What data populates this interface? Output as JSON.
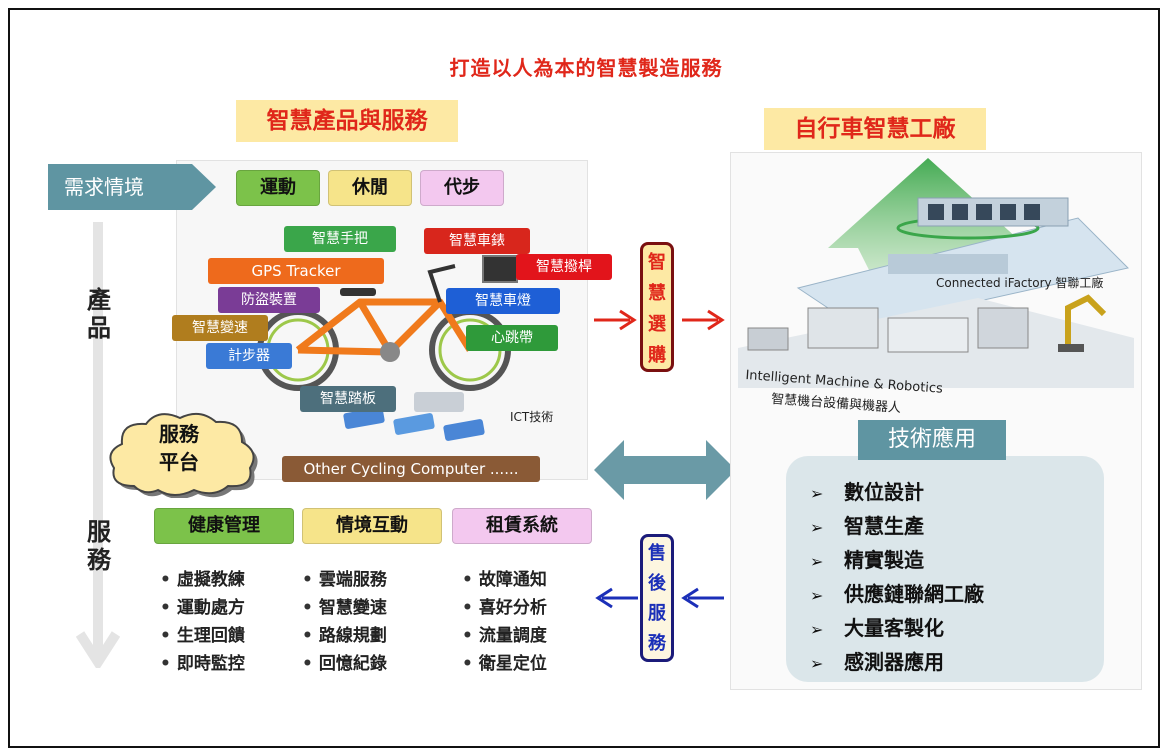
{
  "title": "打造以人為本的智慧製造服務",
  "left_banner": "智慧產品與服務",
  "right_banner": "自行車智慧工廠",
  "demand": {
    "label": "需求情境",
    "items": [
      "運動",
      "休閒",
      "代步"
    ]
  },
  "axis": {
    "product_label": "產品",
    "service_label": "服務"
  },
  "product_tags": [
    {
      "label": "智慧手把",
      "color": "#3aa64a"
    },
    {
      "label": "智慧車錶",
      "color": "#d8261c"
    },
    {
      "label": "GPS Tracker",
      "color": "#ee6a1c"
    },
    {
      "label": "智慧撥桿",
      "color": "#e2141b"
    },
    {
      "label": "防盜裝置",
      "color": "#7a3c96"
    },
    {
      "label": "智慧車燈",
      "color": "#1e5fd6"
    },
    {
      "label": "智慧變速",
      "color": "#b07d1e"
    },
    {
      "label": "心跳帶",
      "color": "#2f9a3a"
    },
    {
      "label": "計步器",
      "color": "#3a7ad6"
    },
    {
      "label": "智慧踏板",
      "color": "#4d6f7c"
    }
  ],
  "ict_label": "ICT技術",
  "cycling_computer": "Other Cycling Computer ......",
  "platform": "服務平台",
  "smart_purchase": "智慧選購",
  "after_sales": "售後服務",
  "service_categories": [
    "健康管理",
    "情境互動",
    "租賃系統"
  ],
  "service_lists": [
    [
      "虛擬教練",
      "運動處方",
      "生理回饋",
      "即時監控"
    ],
    [
      "雲端服務",
      "智慧變速",
      "路線規劃",
      "回憶紀錄"
    ],
    [
      "故障通知",
      "喜好分析",
      "流量調度",
      "衛星定位"
    ]
  ],
  "factory": {
    "connected": "Connected iFactory 智聯工廠",
    "machine_en": "Intelligent Machine & Robotics",
    "machine_zh": "智慧機台設備與機器人"
  },
  "tech": {
    "heading": "技術應用",
    "items": [
      "數位設計",
      "智慧生產",
      "精實製造",
      "供應鏈聯網工廠",
      "大量客製化",
      "感測器應用"
    ]
  },
  "colors": {
    "title_red": "#e0271a",
    "banner_yellow": "#fde9a4",
    "demand_teal": "#5f95a2",
    "sport_green": "#7cc24a",
    "leisure_yellow": "#f6e48a",
    "commute_pink": "#f3c8ef"
  }
}
